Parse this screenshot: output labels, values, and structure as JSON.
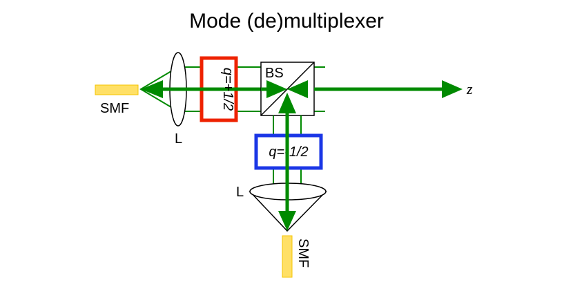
{
  "title": "Mode (de)multiplexer",
  "labels": {
    "bs": "BS",
    "z_axis": "z",
    "smf_left": "SMF",
    "smf_bottom": "SMF",
    "lens_left": "L",
    "lens_bottom": "L",
    "plate_top": "q=+1/2",
    "plate_bottom": "q=-1/2"
  },
  "colors": {
    "beam": "#008a00",
    "fiber": "#ffe066",
    "plate_top": "#ee2200",
    "plate_bottom": "#1a36e6",
    "outline": "#000000"
  }
}
